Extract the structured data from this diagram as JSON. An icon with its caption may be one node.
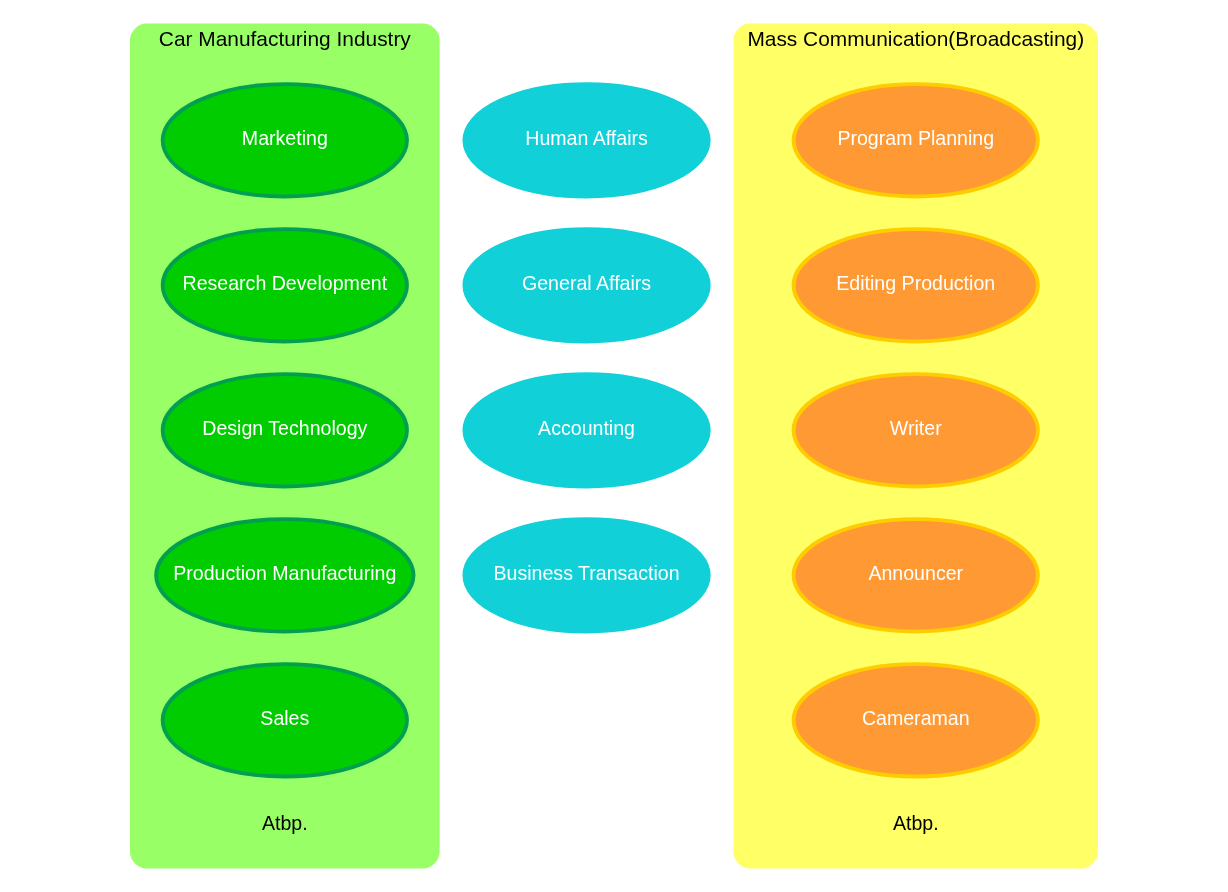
{
  "diagram": {
    "nodes": [
      {
        "text": [
          "Car Manufacturing Industry"
        ]
      },
      {
        "text": [
          "Marketing"
        ],
        "in": 0
      },
      {
        "text": [
          "Research Development"
        ],
        "in": 0
      },
      {
        "text": [
          "Design Technology"
        ],
        "in": 0
      },
      {
        "text": [
          "Production Manufacturing"
        ],
        "in": 0
      },
      {
        "text": [
          "Sales"
        ],
        "in": 0
      },
      {
        "text": [
          "Mass Communication(Broadcasting)"
        ]
      },
      {
        "text": [
          "Program Planning"
        ],
        "in": 6
      },
      {
        "text": [
          "Editing Production"
        ],
        "in": 6
      },
      {
        "text": [
          "Writer"
        ],
        "in": 6
      },
      {
        "text": [
          "Announcer"
        ],
        "in": 6
      },
      {
        "text": [
          "Cameraman"
        ],
        "in": 6
      },
      {
        "text": [
          "Human Affairs"
        ]
      },
      {
        "text": [
          "General Affairs"
        ]
      },
      {
        "text": [
          "Accounting"
        ]
      },
      {
        "text": [
          "Business Transaction"
        ]
      }
    ],
    "labels": [
      "Atbp.",
      "Atbp."
    ]
  }
}
